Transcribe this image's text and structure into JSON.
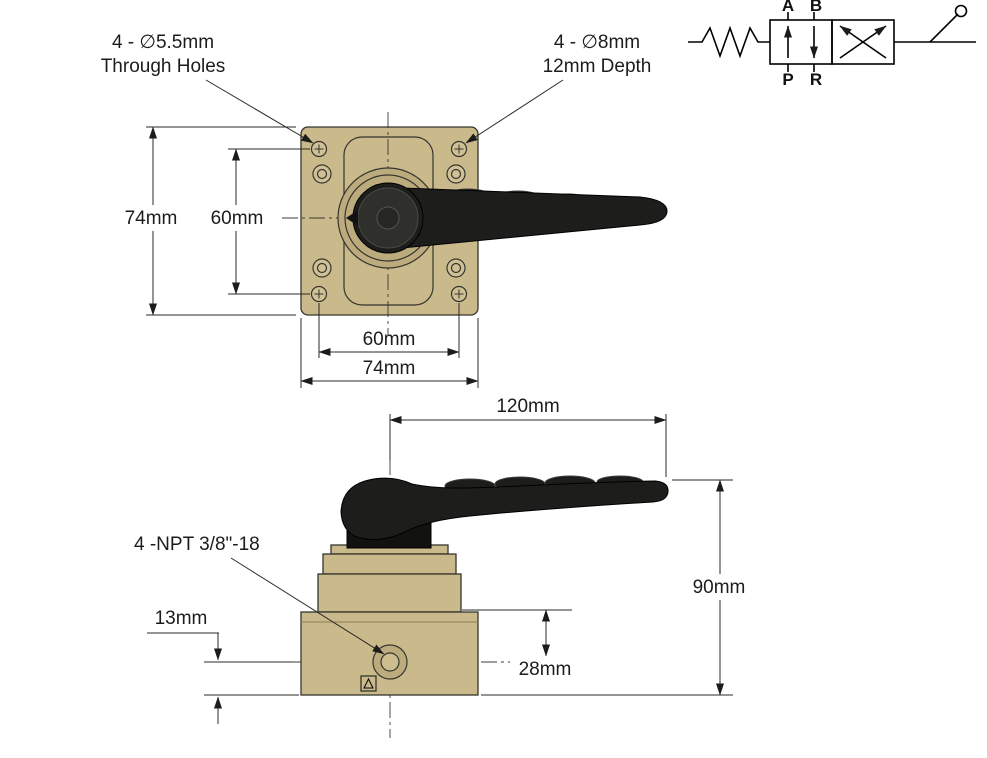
{
  "drawing": {
    "type": "engineering-drawing",
    "subject": "hand lever directional valve, top and side views with pneumatic schematic"
  },
  "callouts": {
    "through_holes_1": "4 - ∅5.5mm",
    "through_holes_2": "Through Holes",
    "depth_holes_1": "4 - ∅8mm",
    "depth_holes_2": "12mm Depth",
    "npt_ports": "4 -NPT 3/8\"-18"
  },
  "dimensions": {
    "flange_height": "74mm",
    "bolt_spacing_vertical": "60mm",
    "bolt_spacing_horizontal": "60mm",
    "flange_width": "74mm",
    "lever_length": "120mm",
    "total_height": "90mm",
    "port_offset_bottom": "13mm",
    "port_offset_top": "28mm"
  },
  "schematic": {
    "port_a": "A",
    "port_b": "B",
    "port_p": "P",
    "port_r": "R"
  },
  "colors": {
    "background": "#ffffff",
    "body_tan": "#c9b98b",
    "body_tan_dark": "#bcac7d",
    "lever_black": "#1d1d1b",
    "line": "#2a2a26"
  }
}
